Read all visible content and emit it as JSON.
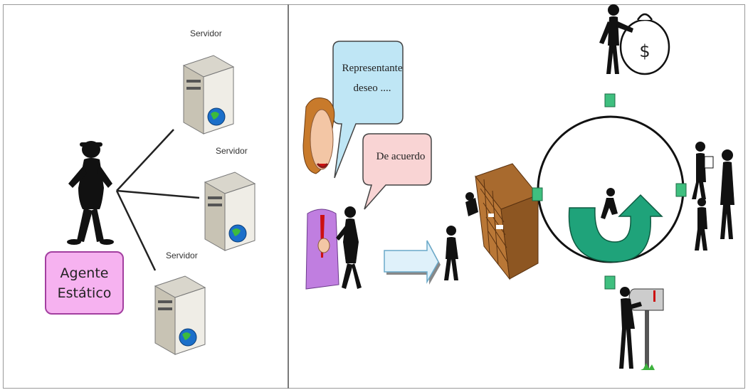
{
  "left_panel": {
    "servers": [
      {
        "label": "Servidor"
      },
      {
        "label": "Servidor"
      },
      {
        "label": "Servidor"
      }
    ],
    "agent": {
      "line1": "Agente",
      "line2": "Estático"
    }
  },
  "right_panel": {
    "bubble_rep": {
      "line1": "Representante",
      "line2": "deseo ...."
    },
    "bubble_ok": {
      "text": "De acuerdo"
    },
    "money_symbol": "$"
  },
  "colors": {
    "agent_box_fill": "#f6b2f0",
    "bubble_fill": "#bfe6f5",
    "bubble_ok_fill": "#f9d4d4",
    "cycle_arrow": "#1fa37a",
    "node_green": "#3fbf7f"
  }
}
